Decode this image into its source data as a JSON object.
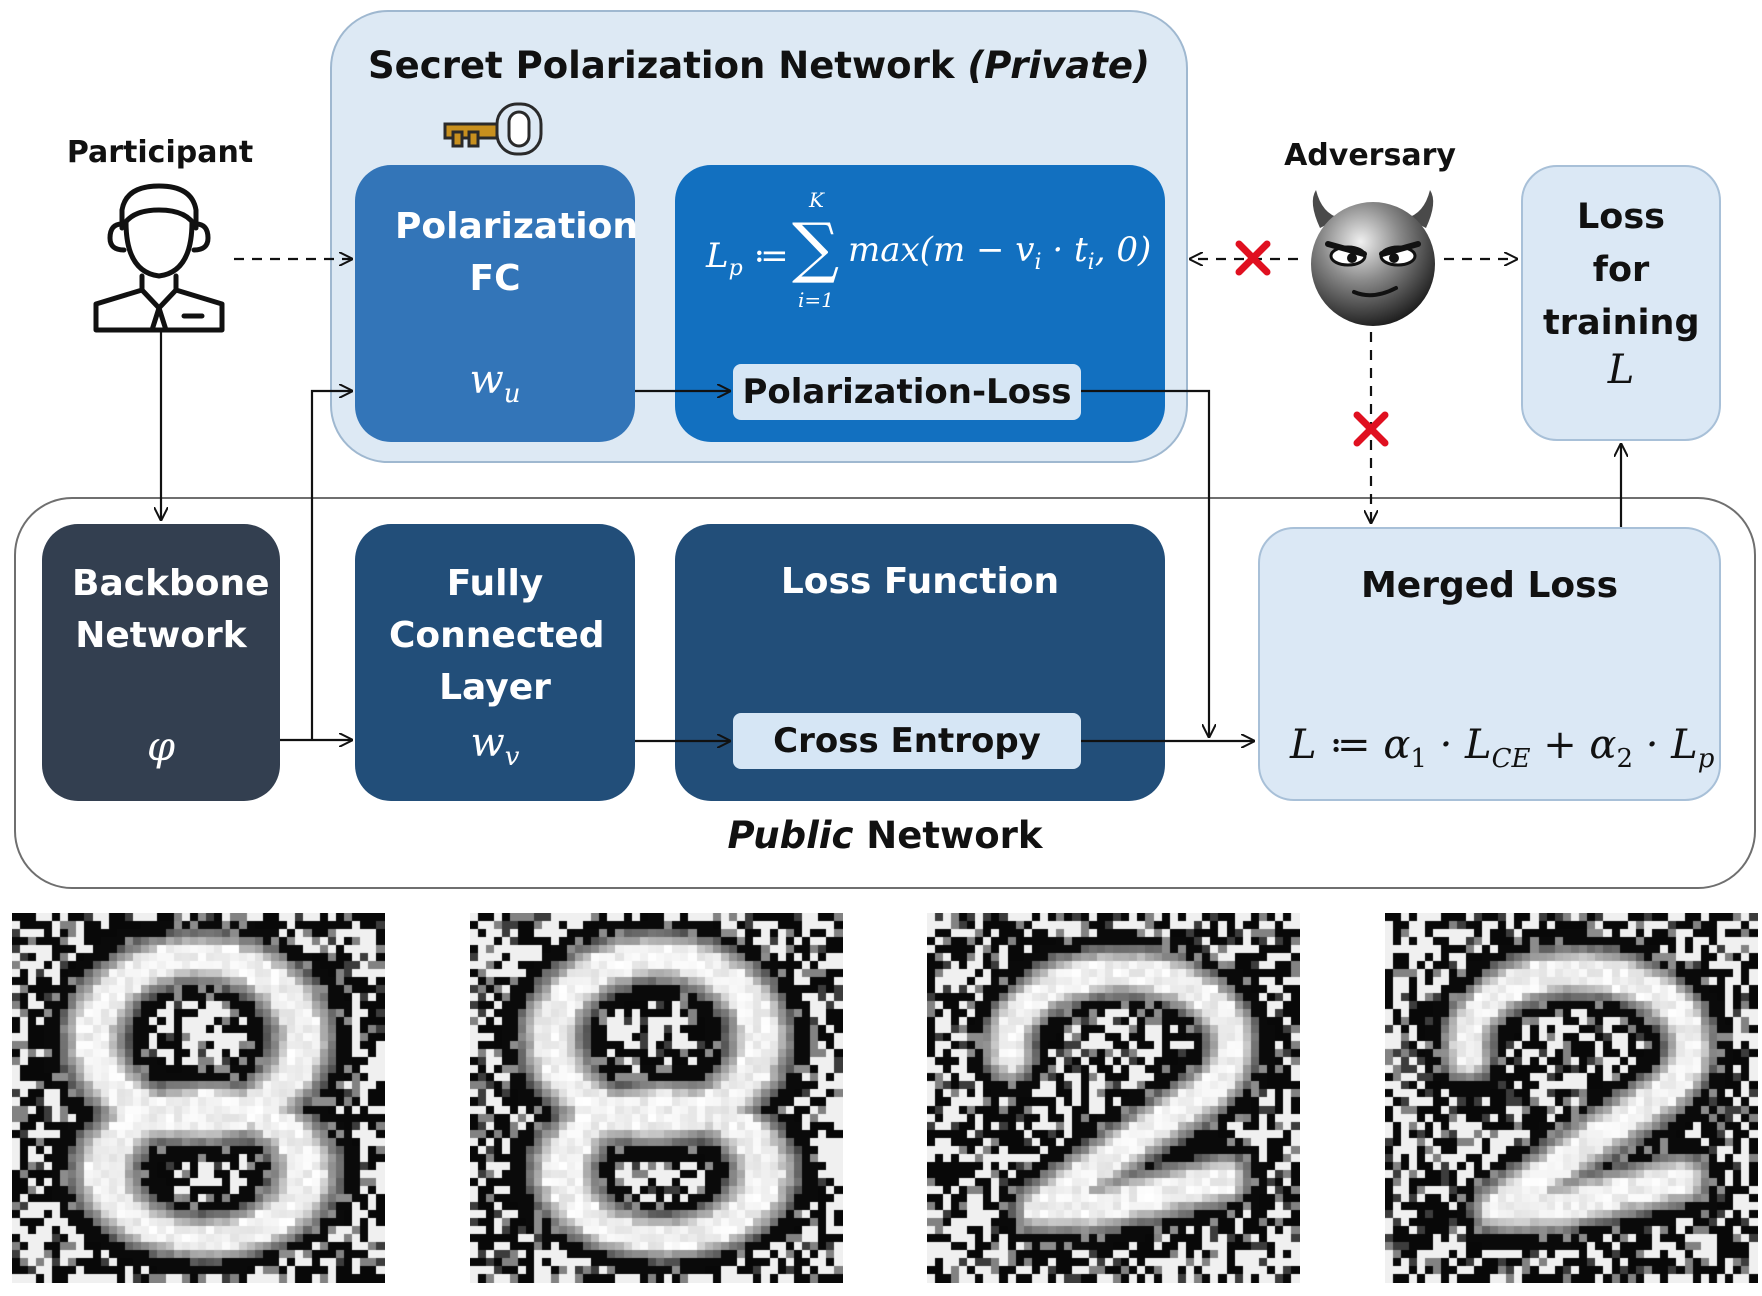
{
  "secret_network": {
    "title_main": "Secret Polarization Network ",
    "title_italic": "(Private)"
  },
  "participant": {
    "label": "Participant"
  },
  "adversary": {
    "label": "Adversary"
  },
  "polarization_fc": {
    "title": "Polarization FC",
    "symbol": "w",
    "symbol_sub": "u"
  },
  "polarization_loss": {
    "label": "Polarization-Loss",
    "formula_lhs": "L",
    "formula_lhs_sub": "p",
    "formula_assign": " ≔ ",
    "sum_upper": "K",
    "sum_lower": "i=1",
    "formula_rhs": "max(m − v",
    "formula_rhs_sub1": "i",
    "formula_rhs_mid": " · t",
    "formula_rhs_sub2": "i",
    "formula_rhs_end": ", 0)"
  },
  "loss_for_training": {
    "title": "Loss for training",
    "symbol": "L"
  },
  "backbone": {
    "title": "Backbone Network",
    "symbol": "φ"
  },
  "fully_connected": {
    "title": "Fully Connected Layer",
    "symbol": "w",
    "symbol_sub": "v"
  },
  "loss_function": {
    "title": "Loss Function",
    "label": "Cross Entropy"
  },
  "merged_loss": {
    "title": "Merged Loss",
    "formula": "L ≔ α",
    "sub1": "1",
    "mid1": " · L",
    "sub2": "CE",
    "mid2": " + α",
    "sub3": "2",
    "mid3": " · L",
    "sub4": "p"
  },
  "public_network": {
    "title_italic": "Public",
    "title_main": " Network"
  },
  "colors": {
    "secret_region_bg": "#dde9f4",
    "polarization_fc": "#3375b8",
    "polarization_loss_box": "#1270c0",
    "backbone": "#333f50",
    "public_boxes": "#224e79",
    "light_box": "#dbe8f5",
    "blocked_cross": "#e01020"
  },
  "icons": [
    "key-icon",
    "participant-icon",
    "adversary-devil-icon",
    "blocked-cross-icon"
  ],
  "noise_images": [
    {
      "name": "noisy-digit-8-a",
      "digit": "8"
    },
    {
      "name": "noisy-digit-8-b",
      "digit": "8"
    },
    {
      "name": "noisy-digit-2-a",
      "digit": "2"
    },
    {
      "name": "noisy-digit-2-b",
      "digit": "2"
    }
  ]
}
